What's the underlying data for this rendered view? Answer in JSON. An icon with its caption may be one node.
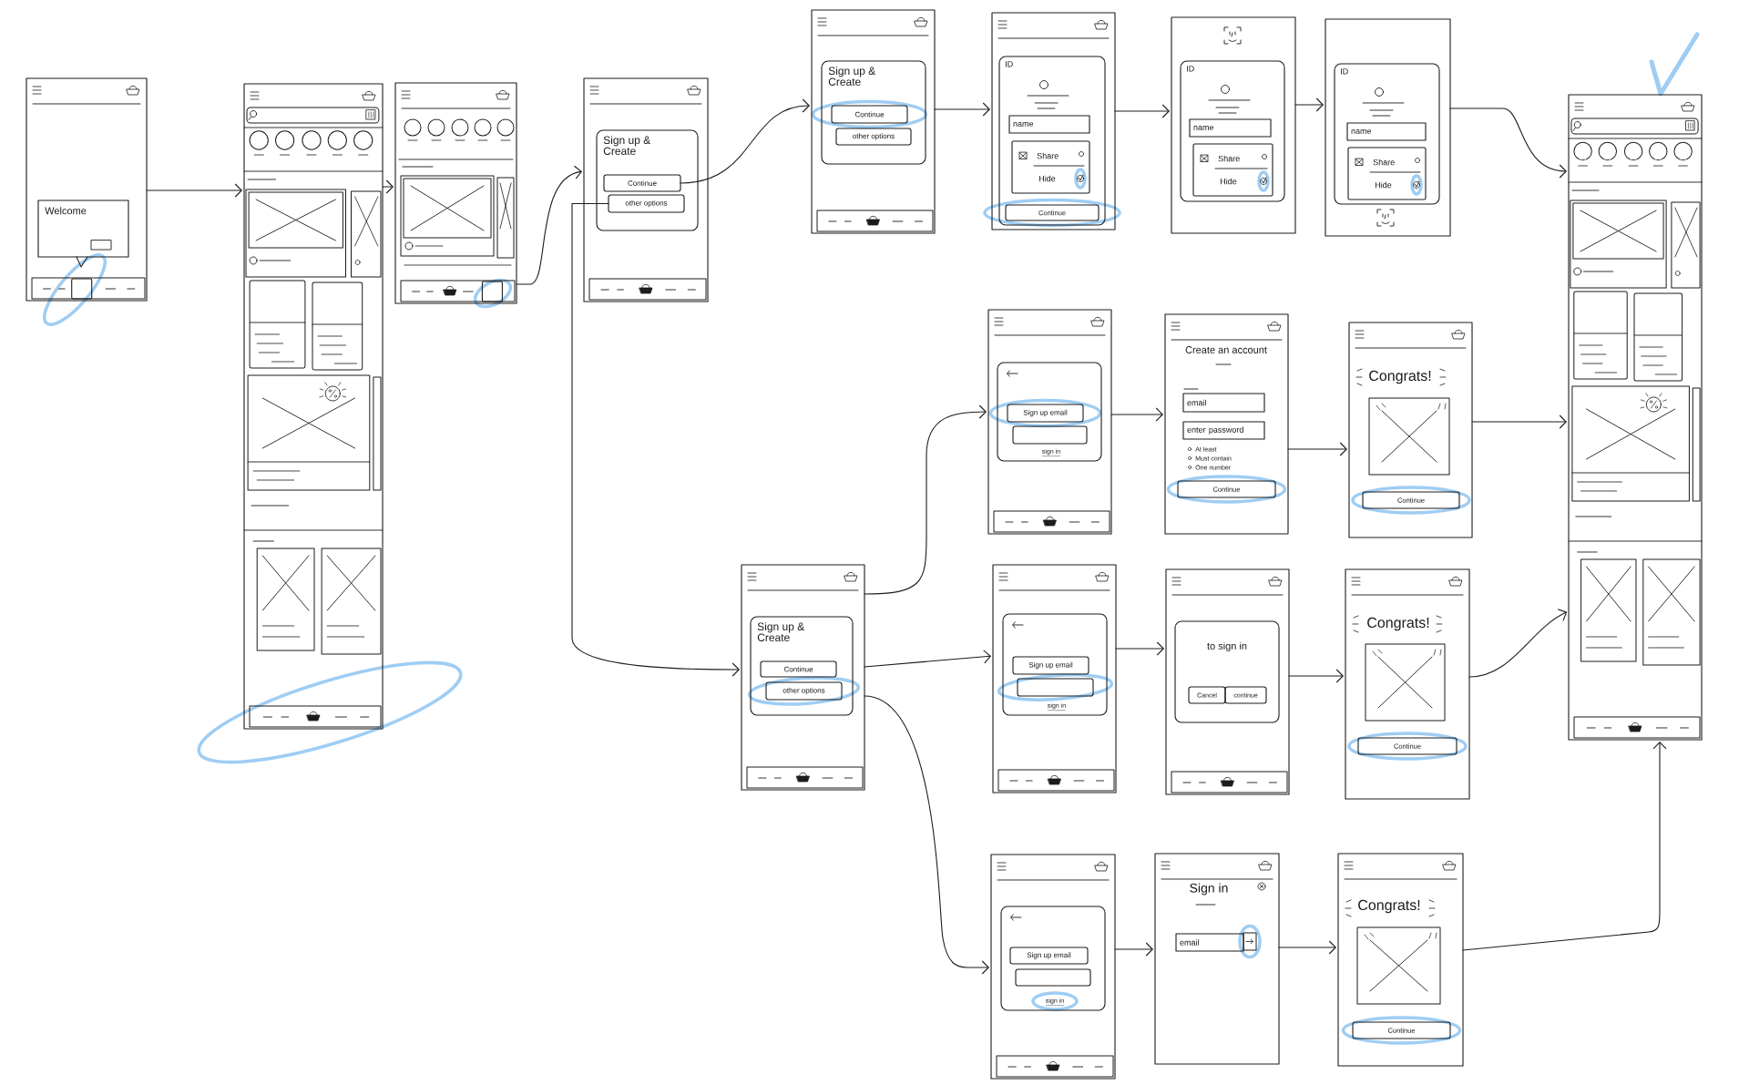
{
  "diagram": {
    "nodes": [
      {
        "text": [],
        "shape": "box"
      },
      {
        "text": [
          "Welcome"
        ],
        "in": 0
      },
      {
        "text": [],
        "shape": "box"
      },
      {
        "text": [],
        "shape": "box"
      },
      {
        "text": [],
        "shape": "box"
      },
      {
        "text": [
          "Sign up & Create"
        ],
        "in": 4
      },
      {
        "text": [
          "Continue"
        ],
        "in": 5
      },
      {
        "text": [
          "other options"
        ],
        "in": 5
      },
      {
        "text": [],
        "shape": "box"
      },
      {
        "text": [
          "Sign up & Create"
        ],
        "in": 8
      },
      {
        "text": [
          "Continue"
        ],
        "in": 9
      },
      {
        "text": [
          "other options"
        ],
        "in": 9
      },
      {
        "text": [],
        "shape": "box"
      },
      {
        "text": [
          "ID"
        ],
        "in": 12
      },
      {
        "text": [
          "name"
        ],
        "in": 13
      },
      {
        "text": [
          "Share",
          "Hide"
        ],
        "in": 13
      },
      {
        "text": [
          "Continue"
        ],
        "in": 13
      },
      {
        "text": [],
        "shape": "box"
      },
      {
        "text": [
          "ID"
        ],
        "in": 17
      },
      {
        "text": [
          "name"
        ],
        "in": 18
      },
      {
        "text": [
          "Share",
          "Hide"
        ],
        "in": 18
      },
      {
        "text": [],
        "shape": "box"
      },
      {
        "text": [
          "ID"
        ],
        "in": 21
      },
      {
        "text": [
          "name"
        ],
        "in": 22
      },
      {
        "text": [
          "Share",
          "Hide"
        ],
        "in": 22
      },
      {
        "text": [],
        "shape": "box"
      },
      {
        "text": [],
        "shape": "box"
      },
      {
        "text": [
          "Sign up & Create"
        ],
        "in": 26
      },
      {
        "text": [
          "Continue"
        ],
        "in": 27
      },
      {
        "text": [
          "other options"
        ],
        "in": 27
      },
      {
        "text": [],
        "shape": "box"
      },
      {
        "text": [
          "sign in"
        ],
        "in": 30
      },
      {
        "text": [
          "Sign up email"
        ],
        "in": 31
      },
      {
        "text": [],
        "shape": "box",
        "in": 31
      },
      {
        "text": [
          "Create an account",
          "At least",
          "Must contain",
          "One number"
        ]
      },
      {
        "text": [
          "email"
        ],
        "in": 34
      },
      {
        "text": [
          "enter password"
        ],
        "in": 34
      },
      {
        "text": [
          "Continue"
        ],
        "in": 34
      },
      {
        "text": [
          "Congrats!"
        ]
      },
      {
        "text": [
          "Continue"
        ],
        "in": 38
      },
      {
        "text": [],
        "shape": "box"
      },
      {
        "text": [
          "sign in"
        ],
        "in": 40
      },
      {
        "text": [
          "Sign up email"
        ],
        "in": 41
      },
      {
        "text": [],
        "shape": "box",
        "in": 41
      },
      {
        "text": [],
        "shape": "box"
      },
      {
        "text": [
          "to sign in"
        ],
        "in": 44
      },
      {
        "text": [
          "Cancel"
        ],
        "in": 45
      },
      {
        "text": [
          "continue"
        ],
        "in": 45
      },
      {
        "text": [
          "Congrats!"
        ]
      },
      {
        "text": [
          "Continue"
        ],
        "in": 48
      },
      {
        "text": [],
        "shape": "box"
      },
      {
        "text": [
          "sign in"
        ],
        "in": 50
      },
      {
        "text": [
          "Sign up email"
        ],
        "in": 51
      },
      {
        "text": [],
        "shape": "box",
        "in": 51
      },
      {
        "text": [
          "Sign in"
        ]
      },
      {
        "text": [
          "email"
        ],
        "in": 54
      },
      {
        "text": [
          "Congrats!"
        ]
      },
      {
        "text": [
          "Continue"
        ],
        "in": 56
      }
    ],
    "edges": [
      {
        "from": 0,
        "to": 2,
        "arrow": "to"
      },
      {
        "from": 2,
        "to": 3,
        "arrow": "to"
      },
      {
        "from": 3,
        "to": 4,
        "arrow": "to"
      },
      {
        "from": 6,
        "to": 8,
        "arrow": "to"
      },
      {
        "from": 7,
        "to": 26,
        "arrow": "to"
      },
      {
        "from": 8,
        "to": 12,
        "arrow": "to"
      },
      {
        "from": 12,
        "to": 17,
        "arrow": "to"
      },
      {
        "from": 17,
        "to": 21,
        "arrow": "to"
      },
      {
        "from": 21,
        "to": 25,
        "arrow": "to"
      },
      {
        "from": 26,
        "to": 30,
        "arrow": "to"
      },
      {
        "from": 26,
        "to": 40,
        "arrow": "to"
      },
      {
        "from": 26,
        "to": 50,
        "arrow": "to"
      },
      {
        "from": 30,
        "to": 34,
        "arrow": "to"
      },
      {
        "from": 34,
        "to": 38,
        "arrow": "to"
      },
      {
        "from": 38,
        "to": 25,
        "arrow": "to"
      },
      {
        "from": 40,
        "to": 44,
        "arrow": "to"
      },
      {
        "from": 44,
        "to": 48,
        "arrow": "to"
      },
      {
        "from": 48,
        "to": 25,
        "arrow": "to"
      },
      {
        "from": 50,
        "to": 54,
        "arrow": "to"
      },
      {
        "from": 54,
        "to": 56,
        "arrow": "to"
      },
      {
        "from": 56,
        "to": 25,
        "arrow": "to"
      }
    ]
  }
}
